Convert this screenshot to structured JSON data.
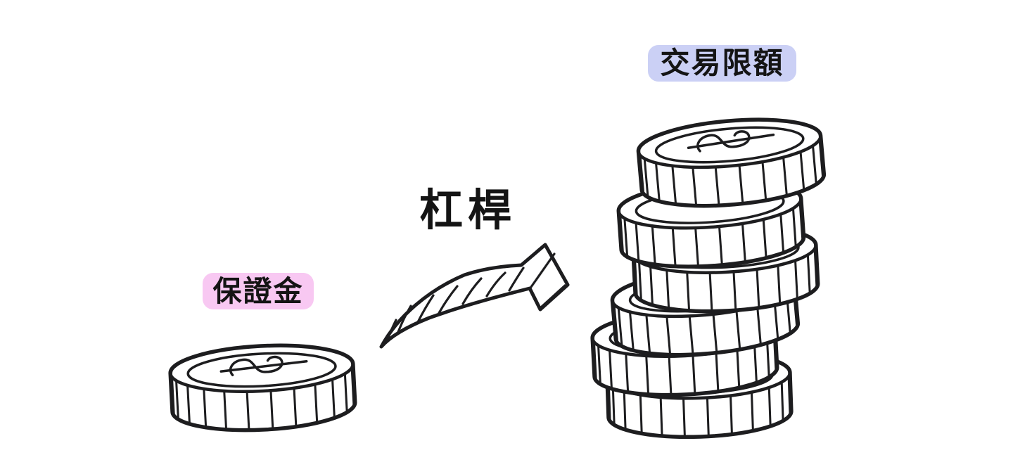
{
  "page": {
    "background": "#ffffff",
    "ink_color": "#1d1d1f"
  },
  "labels": {
    "margin": {
      "text": "保證金",
      "bg": "#f8c8f2",
      "text_color": "#141414"
    },
    "leverage": {
      "text": "杠桿",
      "text_color": "#141414"
    },
    "trading_limit": {
      "text": "交易限額",
      "bg": "#cbd0f5",
      "text_color": "#141414"
    }
  },
  "illustration": {
    "single_coin": {
      "symbol": "$",
      "count": 1
    },
    "coin_stack": {
      "symbol": "$",
      "count": 6
    },
    "arrow": {
      "direction": "up-right",
      "style": "hatched"
    }
  }
}
